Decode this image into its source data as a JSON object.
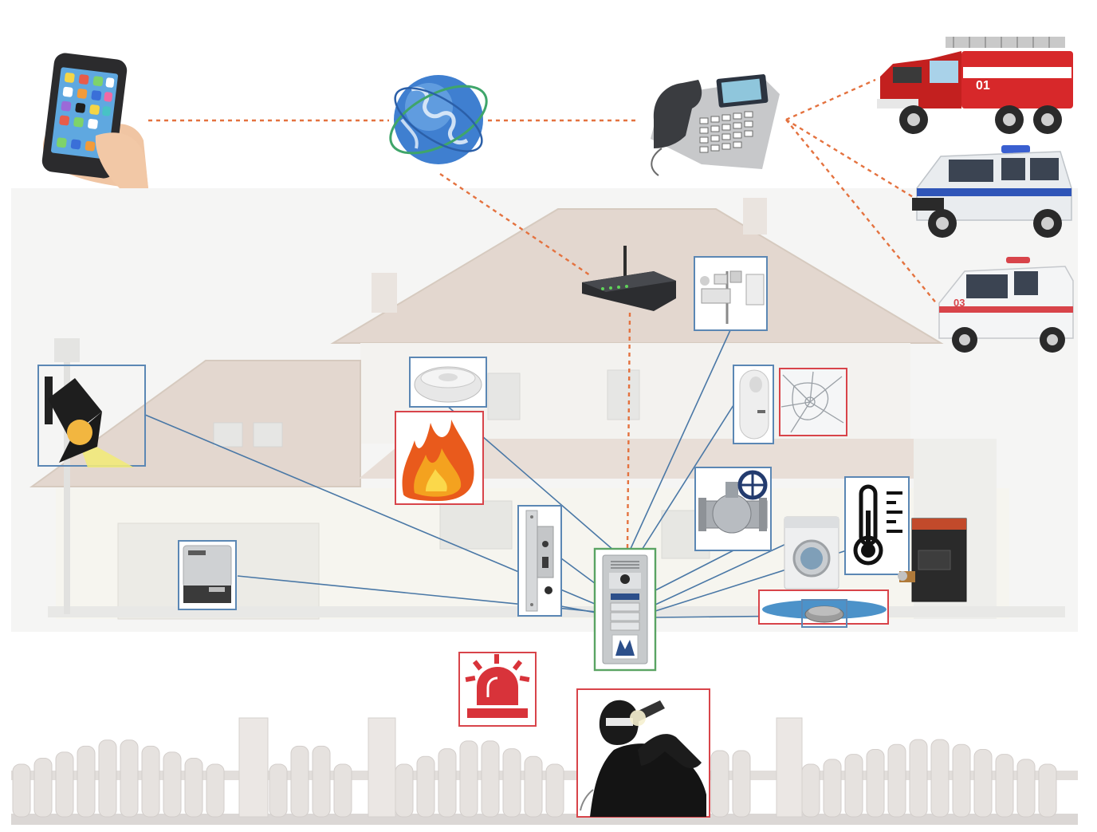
{
  "diagram": {
    "accent_colors": {
      "network_link": "#e4723f",
      "sensor_link": "#4a78a6",
      "sensor_box": "#5b87b4",
      "alarm_box": "#d8444a",
      "controller_box": "#5aa463"
    },
    "remote": {
      "smartphone": "smartphone-icon",
      "internet": "globe-icon",
      "telephone": "desk-phone-icon"
    },
    "emergency_services": {
      "fire_truck_label": "01",
      "police_car": "police-car-icon",
      "ambulance_label": "03"
    },
    "house_devices": {
      "router": "router-icon",
      "weather_station": "weather-station-icon",
      "spotlight": "spotlight-icon",
      "smoke_detector": "smoke-detector-icon",
      "fire": "fire-icon",
      "motion_sensor": "motion-sensor-icon",
      "glass_break": "broken-glass-icon",
      "gate_drive": "gate-motor-icon",
      "door_lock": "door-lock-icon",
      "ball_valve": "ball-valve-icon",
      "washing_machine": "washing-machine-icon",
      "thermometer": "thermometer-icon",
      "boiler": "boiler-icon",
      "leak_sensor": "water-leak-sensor-icon",
      "controller": "intercom-controller-icon",
      "controller_brand": "M"
    },
    "alarms": {
      "siren": "siren-icon",
      "intruder": "intruder-icon"
    }
  }
}
